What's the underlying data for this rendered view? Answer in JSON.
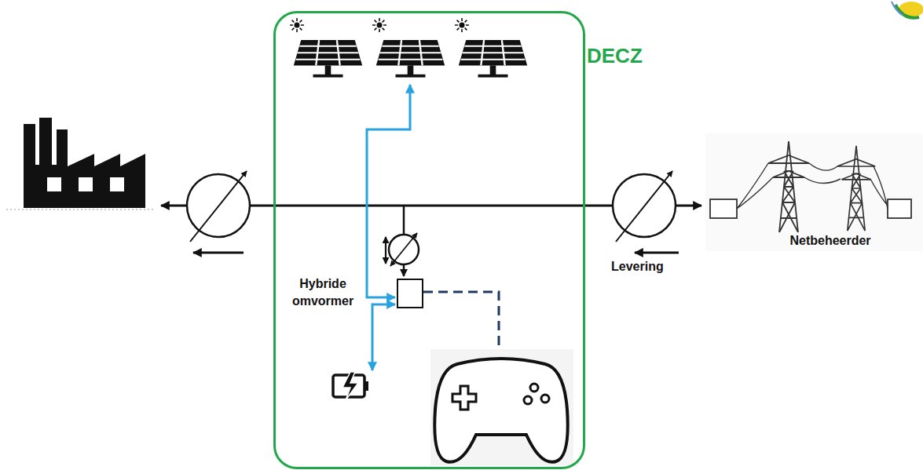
{
  "diagram": {
    "nodes": [
      {
        "text": [
          "DECZ"
        ]
      },
      {
        "text": [
          "Hybride omvormer"
        ],
        "in": 0
      },
      {
        "text": [
          "Netbeheerder"
        ]
      }
    ],
    "labels": [
      "Levering"
    ]
  }
}
